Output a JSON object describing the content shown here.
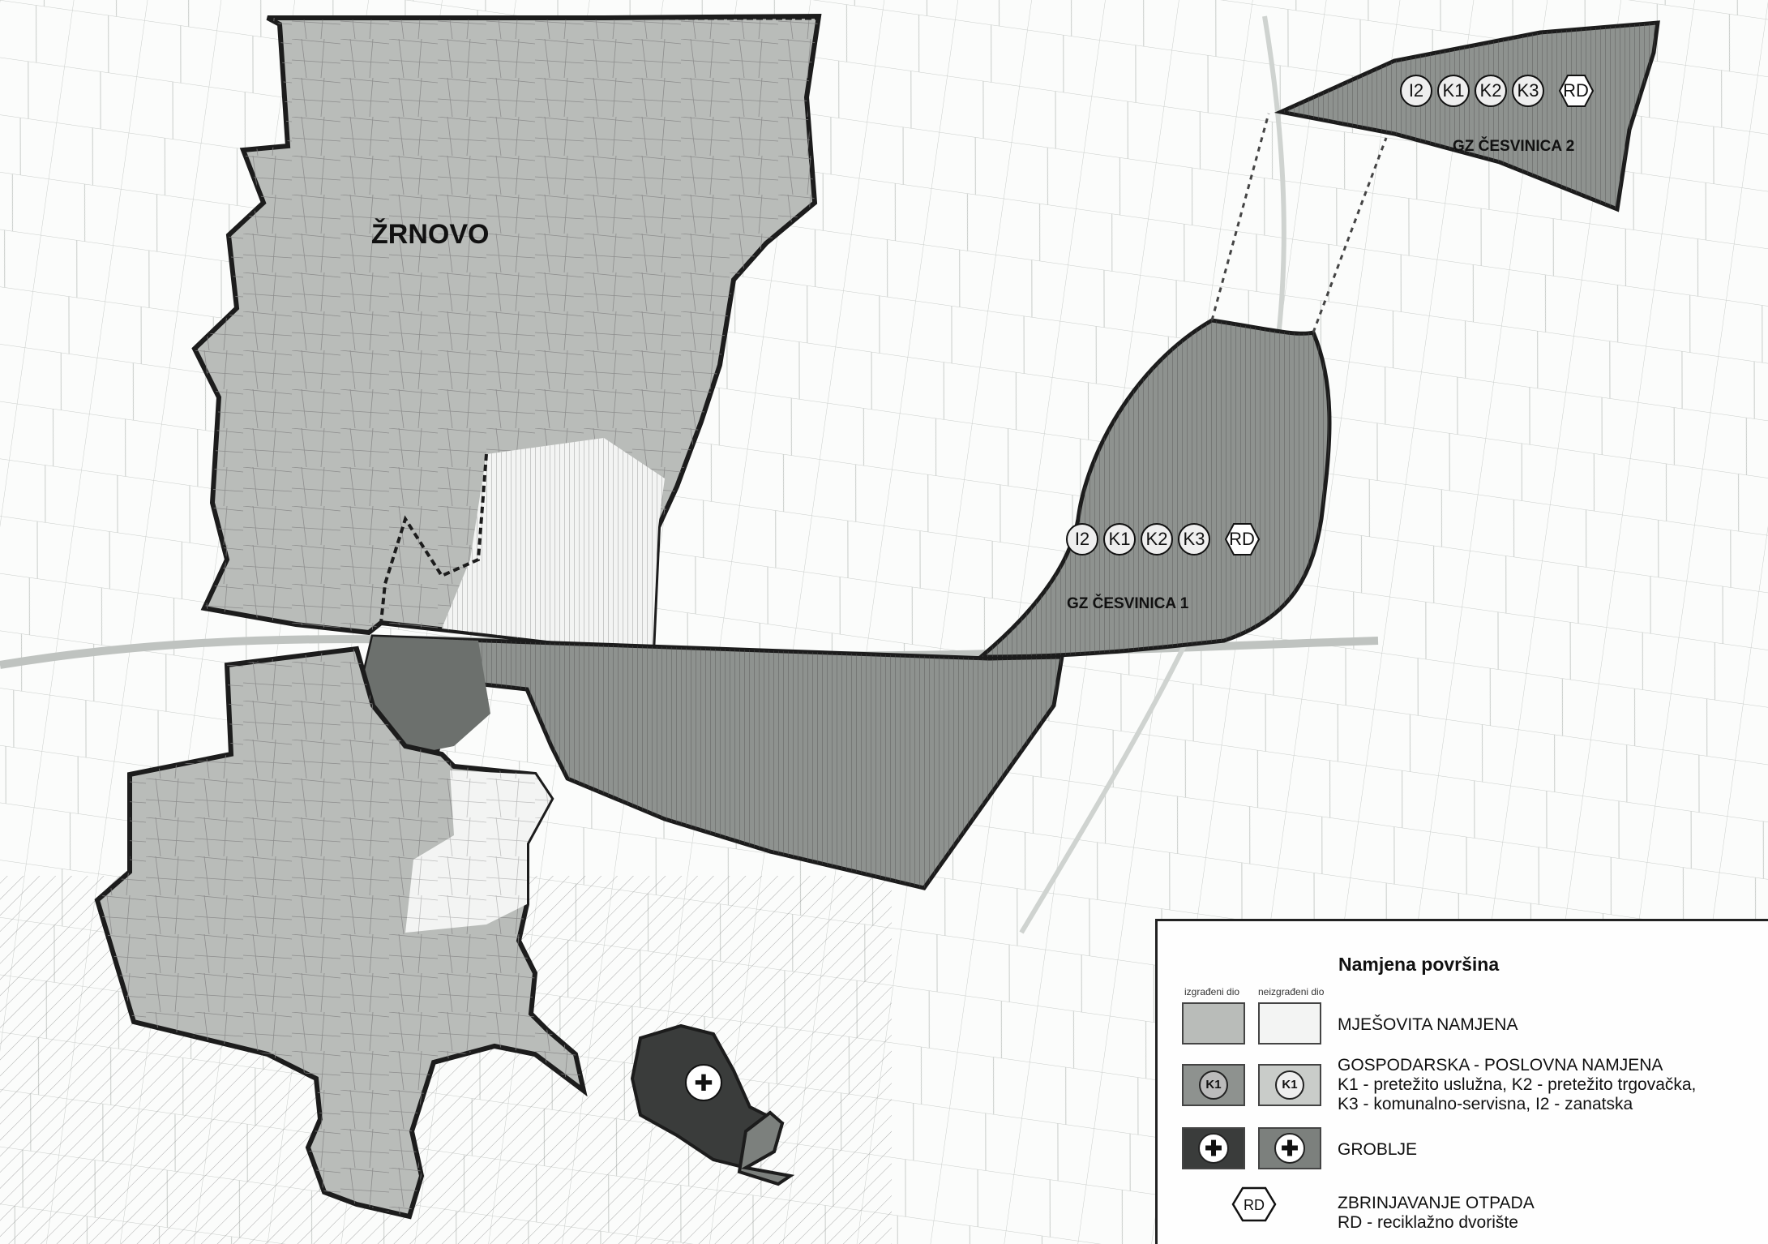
{
  "map": {
    "place_labels": {
      "village": "ŽRNOVO",
      "zone_1": "GZ ČESVINICA 1",
      "zone_2": "GZ ČESVINICA 2"
    },
    "zone_symbols_1": [
      "I2",
      "K1",
      "K2",
      "K3",
      "RD"
    ],
    "zone_symbols_2": [
      "I2",
      "K1",
      "K2",
      "K3",
      "RD"
    ],
    "colors": {
      "mixed_built": "#b9bcb9",
      "mixed_unbuilt": "#f3f4f3",
      "business": "#8e928f",
      "business_dark": "#6c706d",
      "cemetery_built": "#3a3c3b",
      "cemetery_unbuilt": "#7c807d",
      "boundary": "#1c1c1c"
    }
  },
  "legend": {
    "title": "Namjena površina",
    "col_built": "izgrađeni dio",
    "col_unbuilt": "neizgrađeni dio",
    "mixed_label": "MJEŠOVITA NAMJENA",
    "business_title": "GOSPODARSKA - POSLOVNA NAMJENA",
    "business_line1": "K1 - pretežito uslužna, K2 - pretežito trgovačka,",
    "business_line2": "K3 - komunalno-servisna, I2 - zanatska",
    "business_symbol": "K1",
    "cemetery_label": "GROBLJE",
    "cemetery_symbol": "✚",
    "waste_title": "ZBRINJAVANJE OTPADA",
    "waste_desc": "RD - reciklažno dvorište",
    "waste_symbol": "RD"
  }
}
